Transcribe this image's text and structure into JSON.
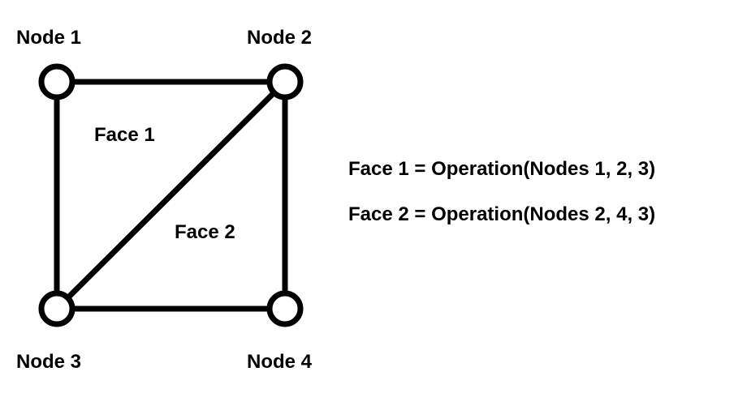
{
  "nodes": [
    {
      "id": 1,
      "label": "Node 1"
    },
    {
      "id": 2,
      "label": "Node 2"
    },
    {
      "id": 3,
      "label": "Node 3"
    },
    {
      "id": 4,
      "label": "Node 4"
    }
  ],
  "edges": [
    {
      "from": 1,
      "to": 2
    },
    {
      "from": 1,
      "to": 3
    },
    {
      "from": 2,
      "to": 4
    },
    {
      "from": 3,
      "to": 4
    },
    {
      "from": 2,
      "to": 3
    }
  ],
  "faces": [
    {
      "label": "Face 1",
      "nodes": [
        1,
        2,
        3
      ]
    },
    {
      "label": "Face 2",
      "nodes": [
        2,
        4,
        3
      ]
    }
  ],
  "equations": [
    "Face 1 = Operation(Nodes 1, 2, 3)",
    "Face 2 = Operation(Nodes 2, 4, 3)"
  ],
  "colors": {
    "stroke": "#000000",
    "node_fill": "#ffffff",
    "text": "#000000",
    "background": "#ffffff"
  }
}
